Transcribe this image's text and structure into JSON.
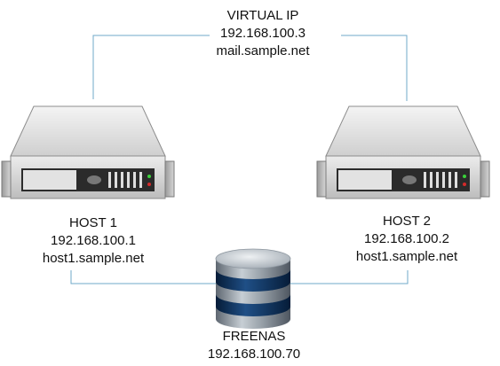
{
  "virtual_ip": {
    "title": "VIRTUAL IP",
    "ip": "192.168.100.3",
    "hostname": "mail.sample.net"
  },
  "host1": {
    "title": "HOST 1",
    "ip": "192.168.100.1",
    "hostname": "host1.sample.net"
  },
  "host2": {
    "title": "HOST 2",
    "ip": "192.168.100.2",
    "hostname": "host1.sample.net"
  },
  "freenas": {
    "title": "FREENAS",
    "ip": "192.168.100.70"
  },
  "colors": {
    "connector_line": "#6fa9c9",
    "server_body": "#d9d9d9",
    "server_dark": "#2b2b2b",
    "led_green": "#3ad13a",
    "led_red": "#d42a2a",
    "db_disk": "#7f8a95",
    "db_band": "#0d2f5a"
  },
  "icons": [
    "server-icon",
    "server-icon",
    "database-icon"
  ]
}
